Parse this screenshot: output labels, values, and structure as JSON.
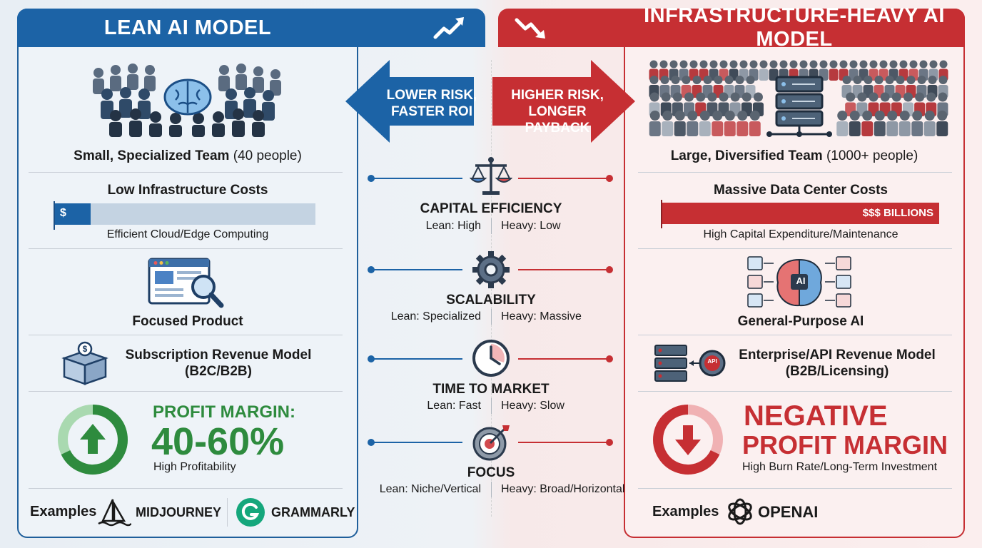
{
  "lean": {
    "title": "LEAN AI MODEL",
    "team": "Small, Specialized Team",
    "team_size": "(40 people)",
    "infra_title": "Low Infrastructure Costs",
    "infra_bar_symbol": "$",
    "infra_bar_fill": 0.14,
    "infra_sub": "Efficient Cloud/Edge Computing",
    "product": "Focused Product",
    "revenue_line1": "Subscription Revenue Model",
    "revenue_line2": "(B2C/B2B)",
    "margin_label": "PROFIT MARGIN:",
    "margin_value": "40-60%",
    "margin_sub": "High Profitability",
    "examples_label": "Examples",
    "example1": "MIDJOURNEY",
    "example2": "GRAMMARLY"
  },
  "heavy": {
    "title": "INFRASTRUCTURE-HEAVY AI MODEL",
    "team": "Large, Diversified Team",
    "team_size": "(1000+ people)",
    "infra_title": "Massive Data Center Costs",
    "infra_bar_label": "$$$ BILLIONS",
    "infra_sub": "High Capital Expenditure/Maintenance",
    "product": "General-Purpose AI",
    "ai_chip": "AI",
    "revenue_line1": "Enterprise/API Revenue Model",
    "revenue_line2": "(B2B/Licensing)",
    "api_chip": "API",
    "margin_line1": "NEGATIVE",
    "margin_line2": "PROFIT MARGIN",
    "margin_sub": "High Burn Rate/Long-Term Investment",
    "examples_label": "Examples",
    "example1": "OPENAI"
  },
  "arrows": {
    "left_line1": "LOWER RISK,",
    "left_line2": "FASTER ROI",
    "right_line1": "HIGHER RISK,",
    "right_line2": "LONGER PAYBACK"
  },
  "metrics": [
    {
      "title": "CAPITAL EFFICIENCY",
      "lean": "Lean: High",
      "heavy": "Heavy: Low",
      "icon": "scale-icon"
    },
    {
      "title": "SCALABILITY",
      "lean": "Lean: Specialized",
      "heavy": "Heavy: Massive",
      "icon": "gear-icon"
    },
    {
      "title": "TIME TO MARKET",
      "lean": "Lean: Fast",
      "heavy": "Heavy: Slow",
      "icon": "clock-icon"
    },
    {
      "title": "FOCUS",
      "lean": "Lean: Niche/Vertical",
      "heavy": "Heavy: Broad/Horizontal",
      "icon": "target-icon"
    }
  ],
  "colors": {
    "lean_blue": "#1c63a6",
    "heavy_red": "#c62f33",
    "profit_green": "#2e8b3e"
  }
}
